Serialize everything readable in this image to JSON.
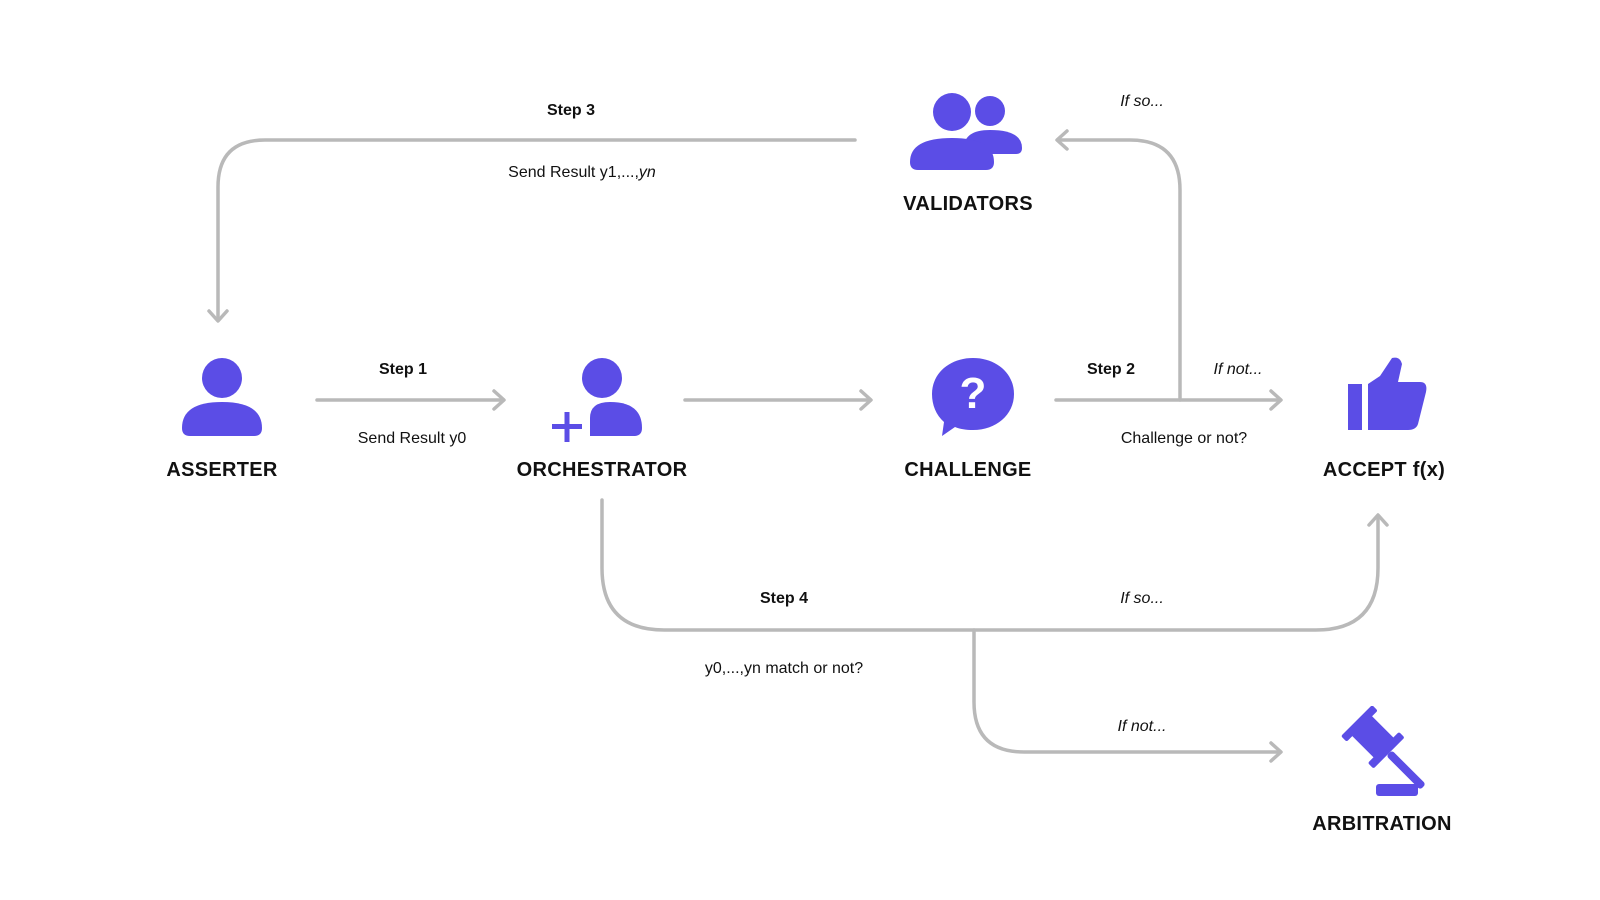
{
  "colors": {
    "icon": "#5b4de6",
    "arrow": "#b9b9b9",
    "text": "#111111"
  },
  "nodes": {
    "validators": {
      "label": "VALIDATORS",
      "icon": "users-icon"
    },
    "asserter": {
      "label": "ASSERTER",
      "icon": "user-icon"
    },
    "orchestrator": {
      "label": "ORCHESTRATOR",
      "icon": "user-plus-icon"
    },
    "challenge": {
      "label": "CHALLENGE",
      "icon": "question-bubble-icon"
    },
    "accept": {
      "label": "ACCEPT f(x)",
      "icon": "thumbs-up-icon"
    },
    "arbitration": {
      "label": "ARBITRATION",
      "icon": "gavel-icon"
    }
  },
  "edges": {
    "step1": {
      "title": "Step 1",
      "desc": "Send Result y0"
    },
    "step2": {
      "title": "Step 2",
      "desc": "Challenge or not?",
      "if_not": "If not...",
      "if_so": "If so..."
    },
    "step3": {
      "title": "Step 3",
      "desc_main": "Send Result y1,...,",
      "desc_italic": "yn"
    },
    "step4": {
      "title": "Step 4",
      "desc": "y0,...,yn match or not?",
      "if_so": "If so...",
      "if_not": "If not..."
    }
  }
}
